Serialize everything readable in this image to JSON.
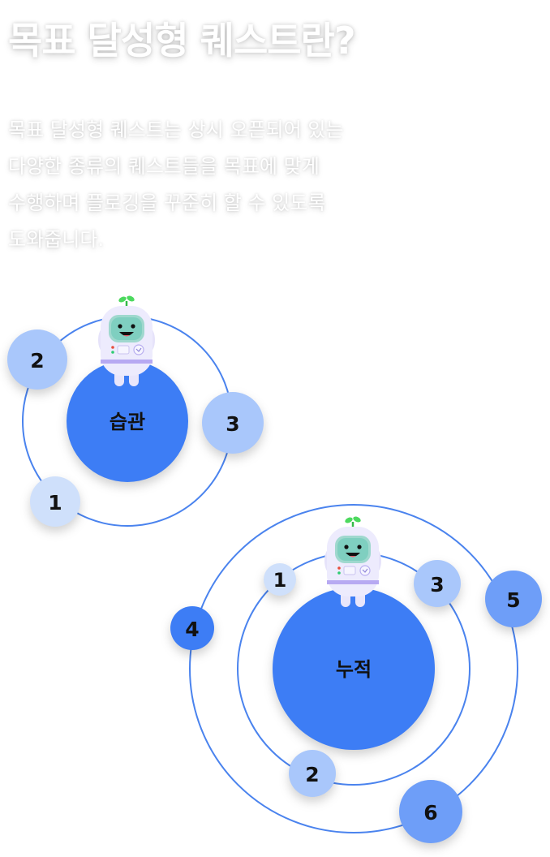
{
  "title": "목표 달성형 퀘스트란?",
  "description": [
    "목표 달성형 퀘스트는 상시 오픈되어 있는",
    "다양한 종류의 퀘스트들을 목표에 맞게",
    "수행하며 플로깅을 꾸준히 할 수 있도록",
    "도와줍니다."
  ],
  "colors": {
    "orbit": "#4a83ee",
    "planet": "#3d7df5",
    "node_light": "#cfe0fb",
    "node_mid": "#a9c7fb",
    "node_dark": "#6e9ef8"
  },
  "diagrams": [
    {
      "center_label": "습관",
      "icon": "astronaut-mascot-icon",
      "nodes": [
        "1",
        "2",
        "3"
      ]
    },
    {
      "center_label": "누적",
      "icon": "astronaut-mascot-icon",
      "nodes": [
        "1",
        "2",
        "3",
        "4",
        "5",
        "6"
      ]
    }
  ]
}
